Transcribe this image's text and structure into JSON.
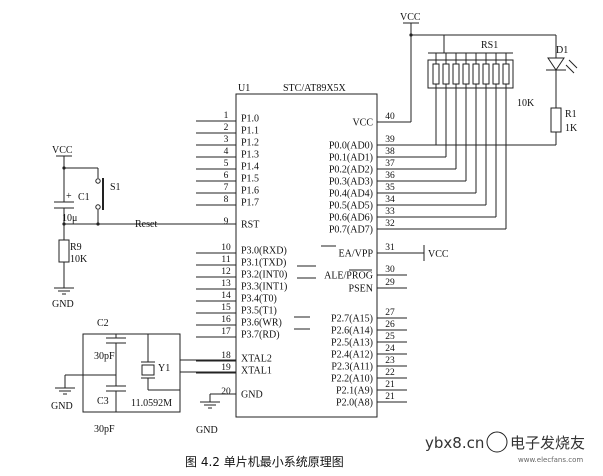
{
  "chip": {
    "designator": "U1",
    "part": "STC/AT89X5X"
  },
  "left_pins": [
    {
      "num": "1",
      "name": "P1.0"
    },
    {
      "num": "2",
      "name": "P1.1"
    },
    {
      "num": "3",
      "name": "P1.2"
    },
    {
      "num": "4",
      "name": "P1.3"
    },
    {
      "num": "5",
      "name": "P1.4"
    },
    {
      "num": "6",
      "name": "P1.5"
    },
    {
      "num": "7",
      "name": "P1.6"
    },
    {
      "num": "8",
      "name": "P1.7"
    },
    {
      "num": "9",
      "name": "RST"
    },
    {
      "num": "10",
      "name": "P3.0(RXD)"
    },
    {
      "num": "11",
      "name": "P3.1(TXD)"
    },
    {
      "num": "12",
      "name": "P3.2(INT0)"
    },
    {
      "num": "13",
      "name": "P3.3(INT1)"
    },
    {
      "num": "14",
      "name": "P3.4(T0)"
    },
    {
      "num": "15",
      "name": "P3.5(T1)"
    },
    {
      "num": "16",
      "name": "P3.6(WR)"
    },
    {
      "num": "17",
      "name": "P3.7(RD)"
    },
    {
      "num": "18",
      "name": "XTAL2"
    },
    {
      "num": "19",
      "name": "XTAL1"
    },
    {
      "num": "20",
      "name": "GND"
    }
  ],
  "right_pins": [
    {
      "num": "40",
      "name": "VCC"
    },
    {
      "num": "39",
      "name": "P0.0(AD0)"
    },
    {
      "num": "38",
      "name": "P0.1(AD1)"
    },
    {
      "num": "37",
      "name": "P0.2(AD2)"
    },
    {
      "num": "36",
      "name": "P0.3(AD3)"
    },
    {
      "num": "35",
      "name": "P0.4(AD4)"
    },
    {
      "num": "34",
      "name": "P0.5(AD5)"
    },
    {
      "num": "33",
      "name": "P0.6(AD6)"
    },
    {
      "num": "32",
      "name": "P0.7(AD7)"
    },
    {
      "num": "31",
      "name": "EA/VPP"
    },
    {
      "num": "30",
      "name": "ALE/PROG"
    },
    {
      "num": "29",
      "name": "PSEN"
    },
    {
      "num": "27",
      "name": "P2.7(A15)"
    },
    {
      "num": "26",
      "name": "P2.6(A14)"
    },
    {
      "num": "25",
      "name": "P2.5(A13)"
    },
    {
      "num": "24",
      "name": "P2.4(A12)"
    },
    {
      "num": "23",
      "name": "P2.3(A11)"
    },
    {
      "num": "22",
      "name": "P2.2(A10)"
    },
    {
      "num": "21",
      "name": "P2.1(A9)"
    },
    {
      "num": "21",
      "name": "P2.0(A8)"
    }
  ],
  "labels": {
    "vcc": "VCC",
    "gnd": "GND",
    "rs1": "RS1",
    "rs1_val": "10K",
    "d1": "D1",
    "r1": "R1",
    "r1_val": "1K",
    "s1": "S1",
    "c1": "C1",
    "c1_val": "10μ",
    "c1_plus": "+",
    "reset": "Reset",
    "r9": "R9",
    "r9_val": "10K",
    "c2": "C2",
    "c3": "C3",
    "c2_val": "30pF",
    "c3_val": "30pF",
    "y1": "Y1",
    "y1_val": "11.0592M"
  },
  "caption": "图 4.2 单片机最小系统原理图",
  "watermark": {
    "site": "ybx8.cn",
    "brand": "电子发烧友",
    "url": "www.elecfans.com"
  }
}
